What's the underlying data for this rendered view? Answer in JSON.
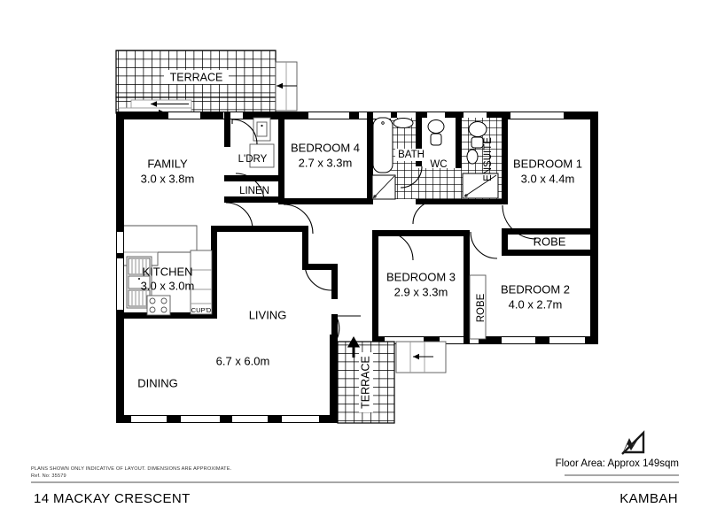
{
  "document": {
    "type": "real-estate-floor-plan",
    "address": "14 MACKAY CRESCENT",
    "suburb": "KAMBAH",
    "disclaimer": "PLANS SHOWN ONLY INDICATIVE OF LAYOUT.   DIMENSIONS ARE APPROXIMATE.",
    "reference": "Ref. No: 35579",
    "floor_area": "Floor Area: Approx 149sqm",
    "north_arrow": "north-arrow-icon"
  },
  "rooms": [
    {
      "id": "terrace-top",
      "name": "TERRACE",
      "dimensions": "",
      "orientation": "horizontal"
    },
    {
      "id": "family",
      "name": "FAMILY",
      "dimensions": "3.0 x 3.8m",
      "orientation": "horizontal"
    },
    {
      "id": "laundry",
      "name": "L'DRY",
      "dimensions": "",
      "orientation": "horizontal"
    },
    {
      "id": "linen",
      "name": "LINEN",
      "dimensions": "",
      "orientation": "horizontal"
    },
    {
      "id": "bedroom-4",
      "name": "BEDROOM 4",
      "dimensions": "2.7 x 3.3m",
      "orientation": "horizontal"
    },
    {
      "id": "bath",
      "name": "BATH",
      "dimensions": "",
      "orientation": "horizontal"
    },
    {
      "id": "wc",
      "name": "WC",
      "dimensions": "",
      "orientation": "horizontal"
    },
    {
      "id": "ensuite",
      "name": "ENSUITE",
      "dimensions": "",
      "orientation": "vertical"
    },
    {
      "id": "bedroom-1",
      "name": "BEDROOM 1",
      "dimensions": "3.0 x 4.4m",
      "orientation": "horizontal"
    },
    {
      "id": "robe-1",
      "name": "ROBE",
      "dimensions": "",
      "orientation": "horizontal"
    },
    {
      "id": "kitchen",
      "name": "KITCHEN",
      "dimensions": "3.0 x 3.0m",
      "orientation": "horizontal"
    },
    {
      "id": "cupboard",
      "name": "CUP'D",
      "dimensions": "",
      "orientation": "horizontal"
    },
    {
      "id": "living",
      "name": "LIVING",
      "dimensions": "6.7 x 6.0m",
      "orientation": "horizontal"
    },
    {
      "id": "dining",
      "name": "DINING",
      "dimensions": "",
      "orientation": "horizontal"
    },
    {
      "id": "bedroom-3",
      "name": "BEDROOM 3",
      "dimensions": "2.9 x 3.3m",
      "orientation": "horizontal"
    },
    {
      "id": "robe-2",
      "name": "ROBE",
      "dimensions": "",
      "orientation": "vertical"
    },
    {
      "id": "bedroom-2",
      "name": "BEDROOM 2",
      "dimensions": "4.0 x 2.7m",
      "orientation": "horizontal"
    },
    {
      "id": "terrace-bottom",
      "name": "TERRACE",
      "dimensions": "",
      "orientation": "vertical"
    }
  ],
  "labels": {
    "terrace_top": "TERRACE",
    "family_name": "FAMILY",
    "family_dim": "3.0 x 3.8m",
    "laundry": "L'DRY",
    "linen": "LINEN",
    "bedroom4_name": "BEDROOM 4",
    "bedroom4_dim": "2.7 x 3.3m",
    "bath": "BATH",
    "wc": "WC",
    "ensuite": "ENSUITE",
    "bedroom1_name": "BEDROOM 1",
    "bedroom1_dim": "3.0 x 4.4m",
    "robe1": "ROBE",
    "kitchen_name": "KITCHEN",
    "kitchen_dim": "3.0 x 3.0m",
    "cupboard": "CUP'D",
    "living": "LIVING",
    "living_dim": "6.7 x 6.0m",
    "dining": "DINING",
    "bedroom3_name": "BEDROOM 3",
    "bedroom3_dim": "2.9 x 3.3m",
    "robe2": "ROBE",
    "bedroom2_name": "BEDROOM 2",
    "bedroom2_dim": "4.0 x 2.7m",
    "terrace_bottom": "TERRACE"
  },
  "colors": {
    "wall": "#000000",
    "background": "#ffffff",
    "fixture_stroke": "#555555",
    "divider": "#8a8a8a",
    "text": "#000000"
  }
}
